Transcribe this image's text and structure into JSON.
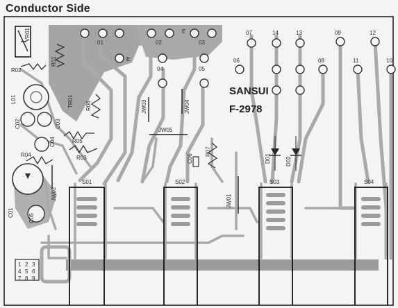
{
  "header": {
    "title": "Conductor Side"
  },
  "board": {
    "code": "F-2978",
    "brand": "SANSUI",
    "terminals": [
      "01",
      "02",
      "03",
      "04",
      "05",
      "06",
      "07",
      "08",
      "09",
      "10",
      "11",
      "12",
      "13",
      "14",
      "E",
      "E"
    ],
    "components": [
      "VR01",
      "R01",
      "R02",
      "R03",
      "R04",
      "R05",
      "R06",
      "R07",
      "L01",
      "TR01",
      "C01",
      "C02",
      "C03",
      "C04",
      "C05",
      "C06",
      "JW01",
      "JW02",
      "JW03",
      "JW04",
      "JW05",
      "D01",
      "D02",
      "S01",
      "S02",
      "S03",
      "S04"
    ],
    "jumper_legend": [
      "1",
      "2",
      "3",
      "4",
      "5",
      "6",
      "7",
      "8",
      "9"
    ]
  },
  "colors": {
    "trace": "#a9a9a9",
    "background": "#f4f4f2",
    "outline": "#222222"
  }
}
